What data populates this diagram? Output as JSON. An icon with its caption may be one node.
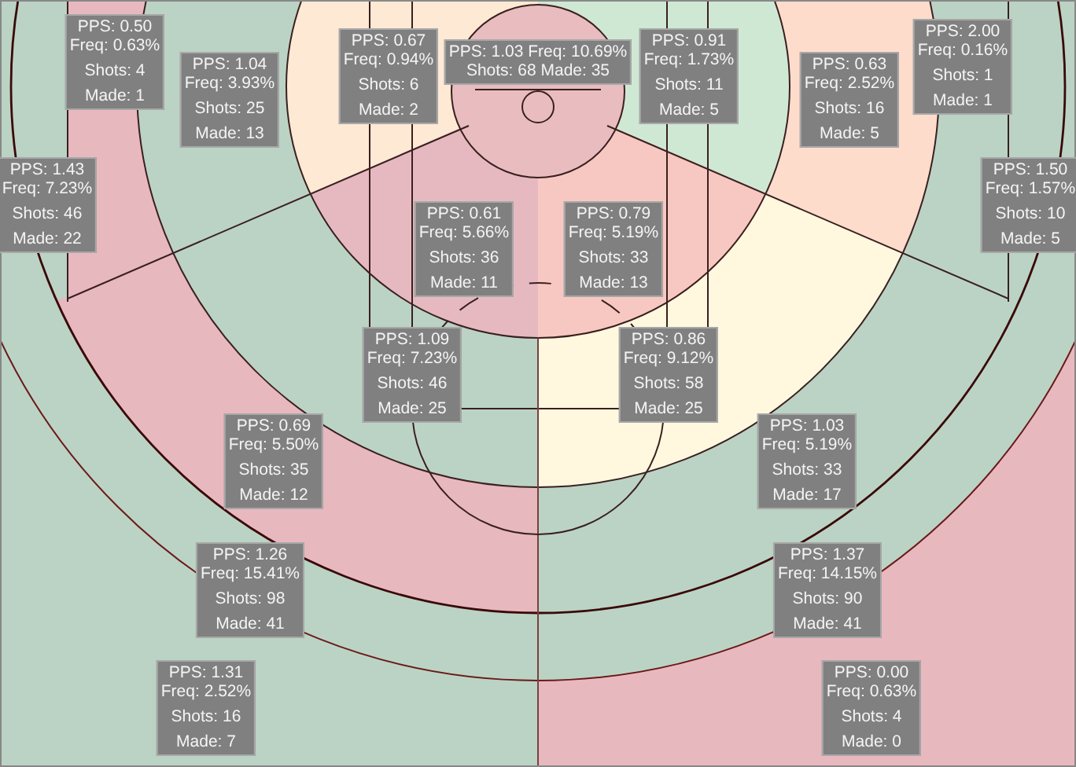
{
  "diagram": {
    "nodes": [
      {
        "text": [
          "PPS: 0.50",
          "Freq: 0.63%",
          "Shots: 4",
          "Made: 1"
        ]
      },
      {
        "text": [
          "PPS: 1.04",
          "Freq: 3.93%",
          "Shots: 25",
          "Made: 13"
        ]
      },
      {
        "text": [
          "PPS: 0.67",
          "Freq: 0.94%",
          "Shots: 6",
          "Made: 2"
        ]
      },
      {
        "text": [
          "PPS: 1.03 Freq: 10.69%",
          "Shots: 68 Made: 35"
        ]
      },
      {
        "text": [
          "PPS: 0.91",
          "Freq: 1.73%",
          "Shots: 11",
          "Made: 5"
        ]
      },
      {
        "text": [
          "PPS: 0.63",
          "Freq: 2.52%",
          "Shots: 16",
          "Made: 5"
        ]
      },
      {
        "text": [
          "PPS: 2.00",
          "Freq: 0.16%",
          "Shots: 1",
          "Made: 1"
        ]
      },
      {
        "text": [
          "PPS: 1.43",
          "Freq: 7.23%",
          "Shots: 46",
          "Made: 22"
        ]
      },
      {
        "text": [
          "PPS: 0.61",
          "Freq: 5.66%",
          "Shots: 36",
          "Made: 11"
        ]
      },
      {
        "text": [
          "PPS: 0.79",
          "Freq: 5.19%",
          "Shots: 33",
          "Made: 13"
        ]
      },
      {
        "text": [
          "PPS: 1.50",
          "Freq: 1.57%",
          "Shots: 10",
          "Made: 5"
        ]
      },
      {
        "text": [
          "PPS: 1.09",
          "Freq: 7.23%",
          "Shots: 46",
          "Made: 25"
        ]
      },
      {
        "text": [
          "PPS: 0.86",
          "Freq: 9.12%",
          "Shots: 58",
          "Made: 25"
        ]
      },
      {
        "text": [
          "PPS: 0.69",
          "Freq: 5.50%",
          "Shots: 35",
          "Made: 12"
        ]
      },
      {
        "text": [
          "PPS: 1.03",
          "Freq: 5.19%",
          "Shots: 33",
          "Made: 17"
        ]
      },
      {
        "text": [
          "PPS: 1.26",
          "Freq: 15.41%",
          "Shots: 98",
          "Made: 41"
        ]
      },
      {
        "text": [
          "PPS: 1.37",
          "Freq: 14.15%",
          "Shots: 90",
          "Made: 41"
        ]
      },
      {
        "text": [
          "PPS: 1.31",
          "Freq: 2.52%",
          "Shots: 16",
          "Made: 7"
        ]
      },
      {
        "text": [
          "PPS: 0.00",
          "Freq: 0.63%",
          "Shots: 4",
          "Made: 0"
        ]
      }
    ]
  }
}
